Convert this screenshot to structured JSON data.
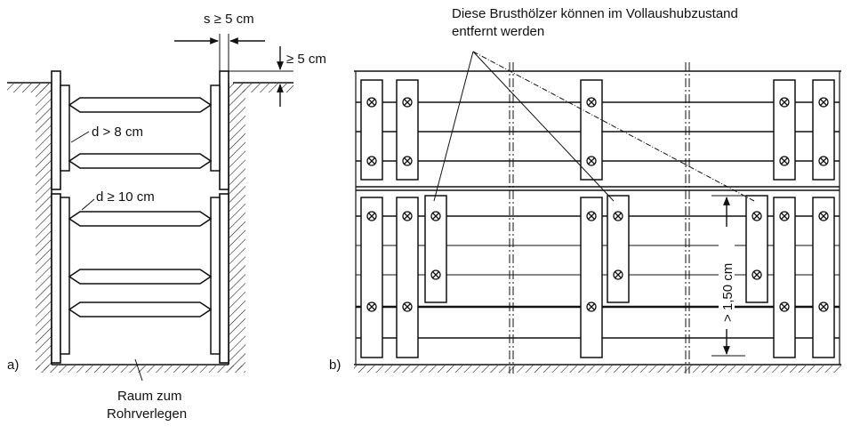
{
  "panel_a": {
    "label": "a)",
    "gap_label": "s ≥ 5 cm",
    "protrusion_label": "≥ 5 cm",
    "strut_upper_label": "d > 8 cm",
    "strut_lower_label": "d ≥ 10 cm",
    "space_label_line1": "Raum zum",
    "space_label_line2": "Rohrverlegen"
  },
  "panel_b": {
    "label": "b)",
    "note_line1": "Diese Brusthölzer können im Vollaushubzustand",
    "note_line2": "entfernt werden",
    "spacing_label": "> 1,50 cm"
  },
  "colors": {
    "ink": "#111111",
    "background": "#ffffff"
  }
}
